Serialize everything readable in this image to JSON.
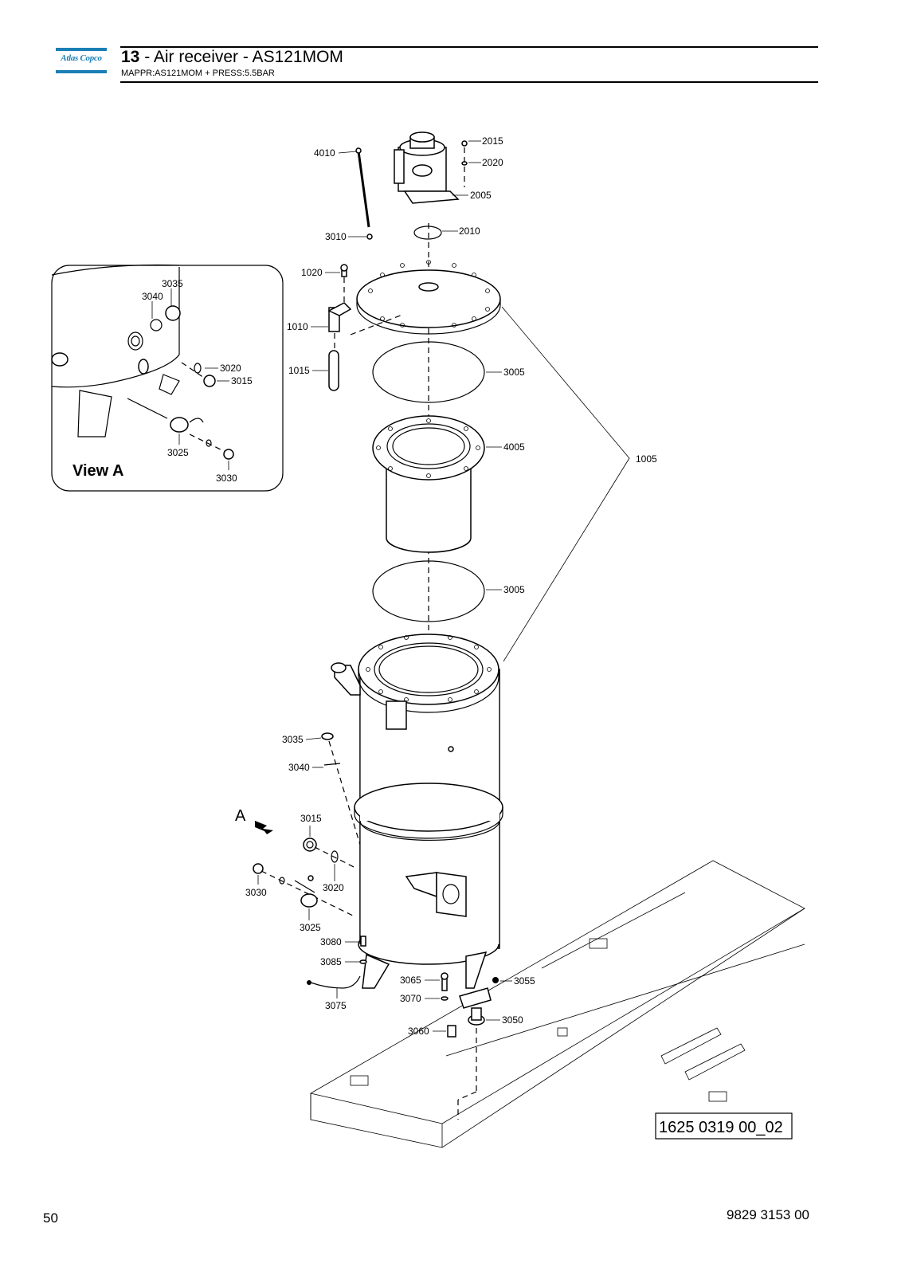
{
  "header": {
    "logo_text": "Atlas Copco",
    "section_number": "13",
    "title_text": " - Air receiver - AS121MOM",
    "subtitle": "MAPPR:AS121MOM + PRESS:5.5BAR"
  },
  "drawing": {
    "view_label": "View A",
    "arrow_label": "A",
    "reference_number": "1625 0319 00_02",
    "part_labels": {
      "p4010": "4010",
      "p2015": "2015",
      "p2020": "2020",
      "p2005": "2005",
      "p2010": "2010",
      "p3010": "3010",
      "p1020": "1020",
      "p1010": "1010",
      "p1015": "1015",
      "p3005a": "3005",
      "p4005": "4005",
      "p1005": "1005",
      "p3005b": "3005",
      "p3035": "3035",
      "p3040": "3040",
      "p3015": "3015",
      "p3030": "3030",
      "p3020": "3020",
      "p3025": "3025",
      "p3080": "3080",
      "p3085": "3085",
      "p3075": "3075",
      "p3065": "3065",
      "p3070": "3070",
      "p3055": "3055",
      "p3050": "3050",
      "p3060": "3060"
    },
    "view_a_labels": {
      "v3035": "3035",
      "v3040": "3040",
      "v3020": "3020",
      "v3015": "3015",
      "v3025": "3025",
      "v3030": "3030"
    }
  },
  "footer": {
    "page_number": "50",
    "document_number": "9829 3153 00"
  }
}
